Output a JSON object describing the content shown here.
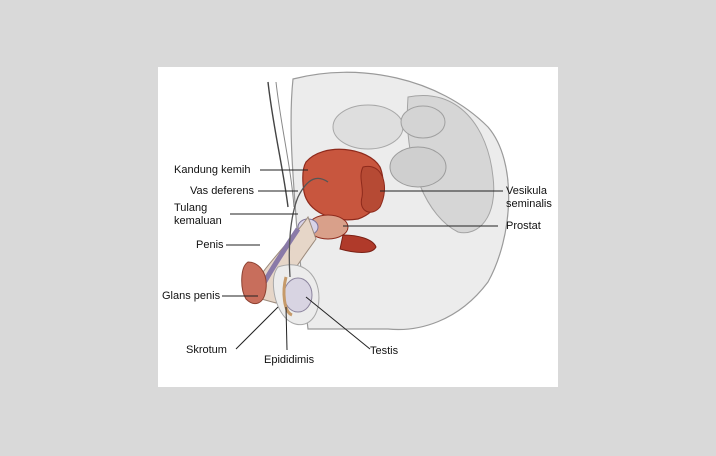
{
  "labels": {
    "kandung_kemih": "Kandung kemih",
    "vas_deferens": "Vas deferens",
    "tulang_kemaluan_1": "Tulang",
    "tulang_kemaluan_2": "kemaluan",
    "penis": "Penis",
    "glans_penis": "Glans penis",
    "skrotum": "Skrotum",
    "epididimis": "Epididimis",
    "testis": "Testis",
    "vesikula_1": "Vesikula",
    "vesikula_2": "seminalis",
    "prostat": "Prostat"
  },
  "colors": {
    "background": "#d9d9d9",
    "figure": "#ffffff",
    "body_outline": "#9a9a9a",
    "skin": "#ececec",
    "organ_red": "#c8563e",
    "organ_dark": "#8e2a1c",
    "vessel_purple": "#8a7aa8",
    "testis": "#d8d4e2"
  }
}
